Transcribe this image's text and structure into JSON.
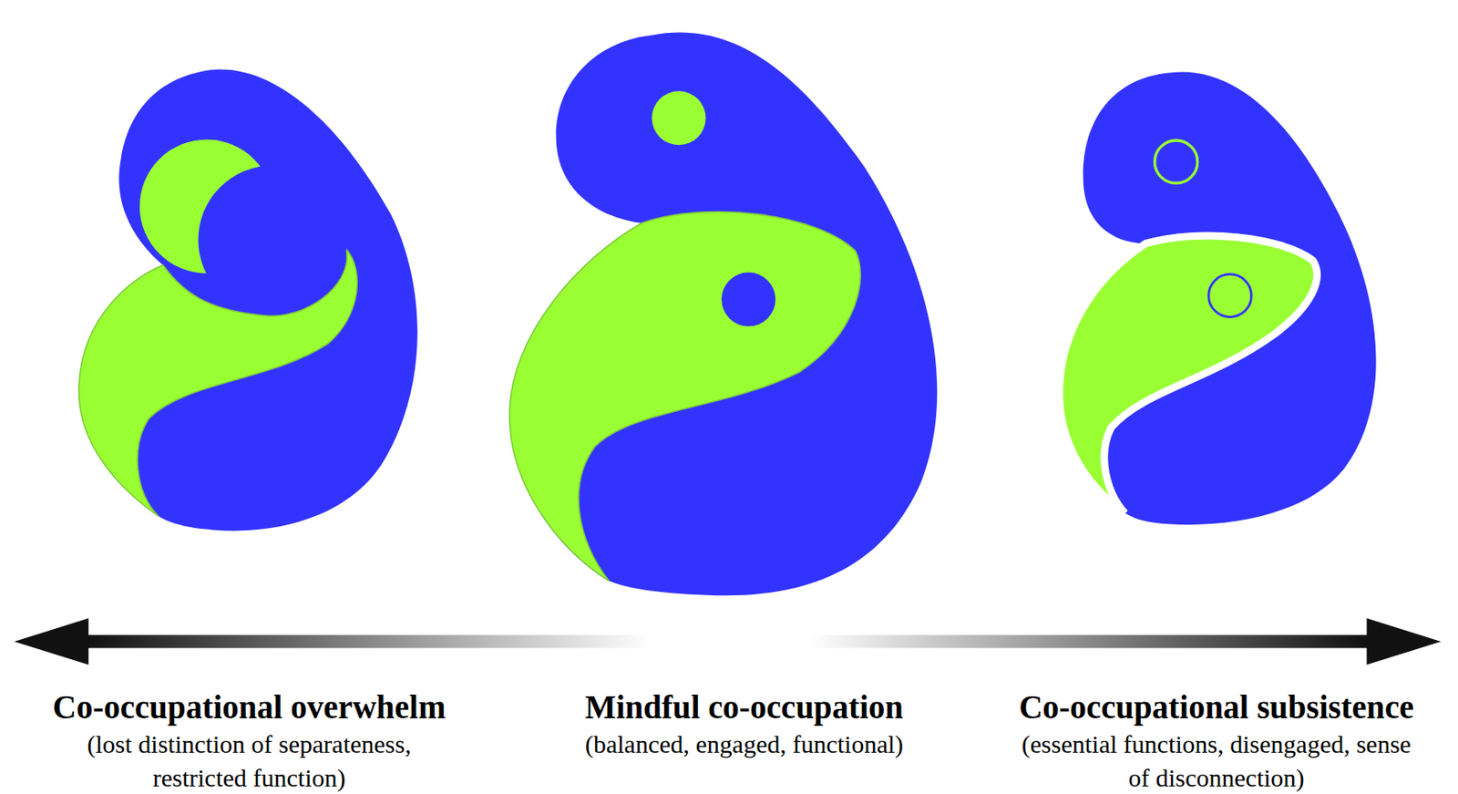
{
  "diagram": {
    "labels": [
      "Co-occupational overwhelm",
      "(lost distinction of separateness, restricted function)",
      "Mindful co-occupation",
      "(balanced, engaged, functional)",
      "Co-occupational subsistence",
      "(essential functions, disengaged, sense of disconnection)"
    ]
  }
}
